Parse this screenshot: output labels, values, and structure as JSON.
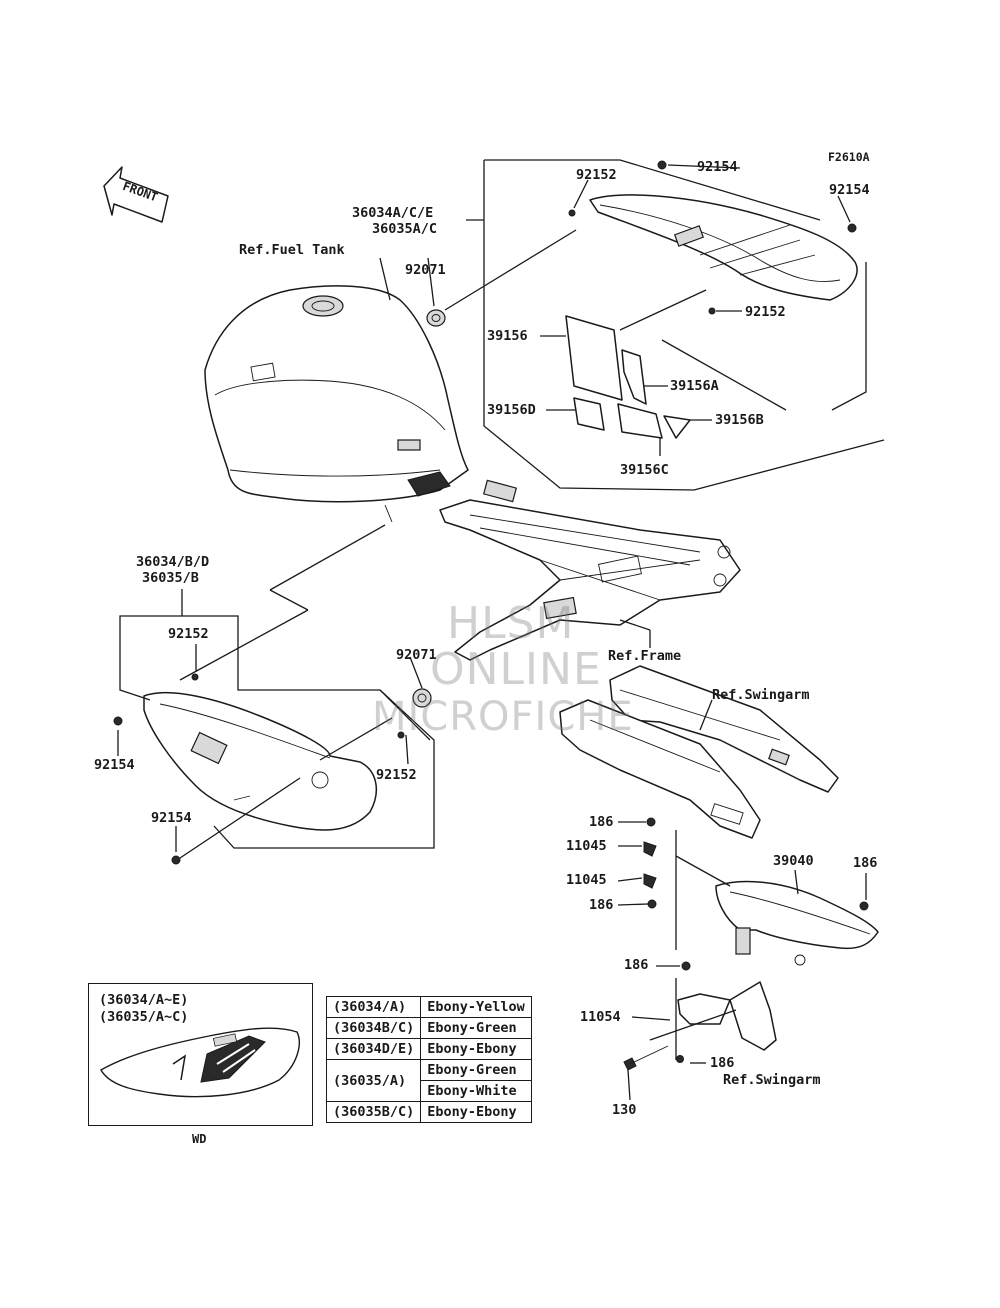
{
  "figure_code": "F2610A",
  "direction_label": "FRONT",
  "watermark": {
    "line1": "HLSM",
    "line2": "ONLINE",
    "line3": "MICROFICHE"
  },
  "callouts": {
    "p92154_top": "92154",
    "p92152_top": "92152",
    "p92154_right": "92154",
    "p36034_ace": "36034A/C/E",
    "p36035_ac": "36035A/C",
    "ref_fuel_tank": "Ref.Fuel Tank",
    "p92071_top": "92071",
    "p92152_right": "92152",
    "p39156": "39156",
    "p39156a": "39156A",
    "p39156d": "39156D",
    "p39156b": "39156B",
    "p39156c": "39156C",
    "p36034_bd": "36034/B/D",
    "p36035_b": "36035/B",
    "p92152_left": "92152",
    "p92071_mid": "92071",
    "ref_frame": "Ref.Frame",
    "ref_swingarm_top": "Ref.Swingarm",
    "p92154_left": "92154",
    "p92152_mid": "92152",
    "p92154_bottom": "92154",
    "p186_a": "186",
    "p11045_a": "11045",
    "p11045_b": "11045",
    "p186_b": "186",
    "p39040": "39040",
    "p186_c": "186",
    "p186_d": "186",
    "p11054": "11054",
    "p186_e": "186",
    "ref_swingarm_bottom": "Ref.Swingarm",
    "p130": "130"
  },
  "variant_box": {
    "line1": "(36034/A~E)",
    "line2": "(36035/A~C)",
    "label": "WD"
  },
  "color_table": [
    {
      "part": "(36034/A)",
      "colors": [
        "Ebony-Yellow"
      ]
    },
    {
      "part": "(36034B/C)",
      "colors": [
        "Ebony-Green"
      ]
    },
    {
      "part": "(36034D/E)",
      "colors": [
        "Ebony-Ebony"
      ]
    },
    {
      "part": "(36035/A)",
      "colors": [
        "Ebony-Green",
        "Ebony-White"
      ]
    },
    {
      "part": "(36035B/C)",
      "colors": [
        "Ebony-Ebony"
      ]
    }
  ]
}
